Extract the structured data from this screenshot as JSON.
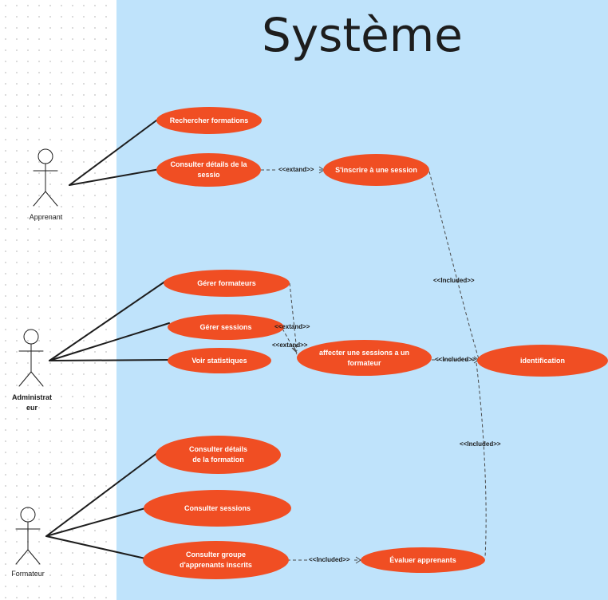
{
  "system": {
    "title": "Système"
  },
  "colors": {
    "use_case": "#f04e23",
    "system_bg": "#bfe3fb",
    "line": "#1d1d1d"
  },
  "actors": {
    "apprenant": "Apprenant",
    "administrateur_line1": "Administrat",
    "administrateur_line2": "eur",
    "formateur": "Formateur"
  },
  "use_cases": {
    "rechercher_formations": "Rechercher formations",
    "consulter_details_session_line1": "Consulter détails de la",
    "consulter_details_session_line2": "sessio",
    "sinscrire_session": "S'inscrire à une session",
    "gerer_formateurs": "Gérer formateurs",
    "gerer_sessions": "Gérer sessions",
    "voir_statistiques": "Voir statistiques",
    "affecter_session_line1": "affecter une sessions a un",
    "affecter_session_line2": "formateur",
    "identification": "identification",
    "consulter_details_formation_line1": "Consulter détails",
    "consulter_details_formation_line2": "de la formation",
    "consulter_sessions": "Consulter sessions",
    "consulter_groupe_line1": "Consulter groupe",
    "consulter_groupe_line2": "d'apprenants inscrits",
    "evaluer_apprenants": "Évaluer apprenants"
  },
  "relations": {
    "extand_1": "<<extand>>",
    "extand_2": "<<extand>>",
    "extand_3": "<<extand>>",
    "included_1": "<<Included>>",
    "included_2": "<<Included>>",
    "included_3": "<<Included>>",
    "included_4": "<<Included>>"
  }
}
